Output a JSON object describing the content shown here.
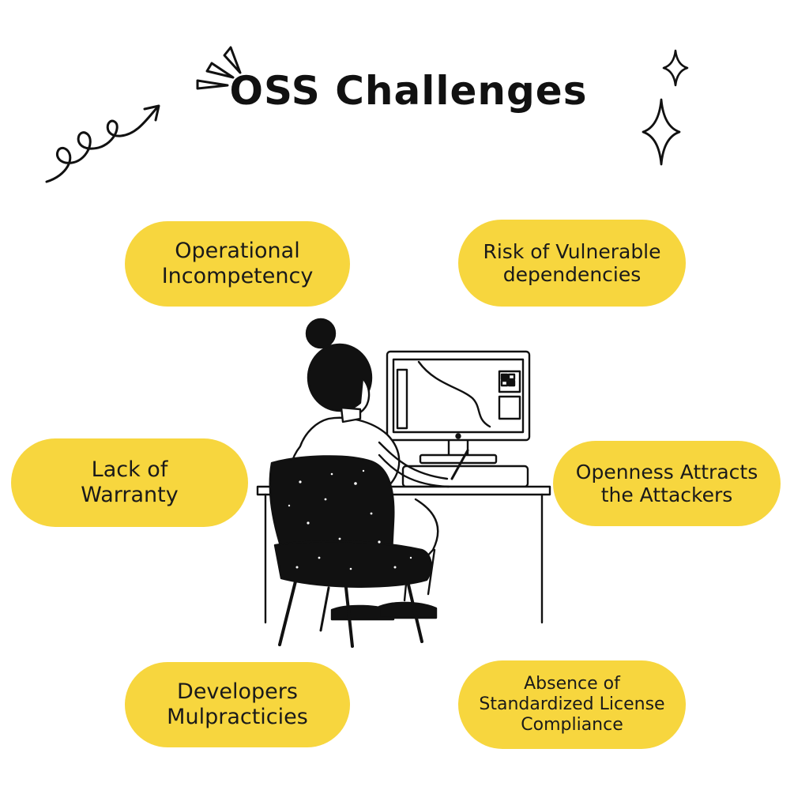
{
  "title": "OSS Challenges",
  "challenges": [
    {
      "line1": "Operational",
      "line2": "Incompetency"
    },
    {
      "line1": "Risk of Vulnerable",
      "line2": "dependencies"
    },
    {
      "line1": "Lack of",
      "line2": "Warranty"
    },
    {
      "line1": "Openness Attracts",
      "line2": "the Attackers"
    },
    {
      "line1": "Developers",
      "line2": "Mulpracticies"
    },
    {
      "line1": "Absence of",
      "line2": "Standardized License",
      "line3": "Compliance"
    }
  ],
  "colors": {
    "pill": "#f7d63e",
    "ink": "#111111",
    "background": "#ffffff"
  },
  "icons": [
    "burst-lines-icon",
    "loop-arrow-icon",
    "sparkle-small-icon",
    "sparkle-large-icon",
    "woman-at-computer-illustration"
  ]
}
